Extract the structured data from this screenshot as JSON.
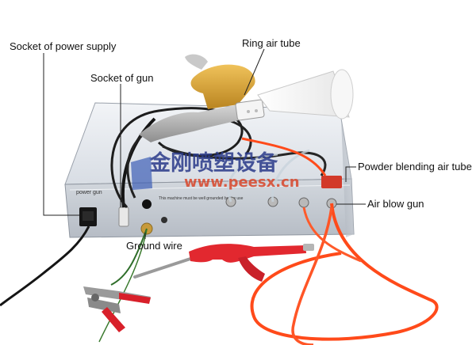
{
  "callouts": {
    "power_socket": "Socket of power supply",
    "gun_socket": "Socket of gun",
    "ring_air": "Ring air tube",
    "powder_air": "Powder blending air tube",
    "air_blow": "Air blow gun",
    "ground_wire": "Ground wire"
  },
  "watermark": {
    "cn": "金刚喷塑设备",
    "url": "www.peesx.cn"
  },
  "panel": {
    "left_text": "power    gun",
    "notice": "This machine must be well grounded before use"
  },
  "colors": {
    "cabinet_top": "#eaeef3",
    "cabinet_front": "#c6ccd4",
    "gun_body": "#d9a43a",
    "hose": "#ff4a1a",
    "cable": "#1a1a1a",
    "watermark": "#2a3a8a"
  }
}
